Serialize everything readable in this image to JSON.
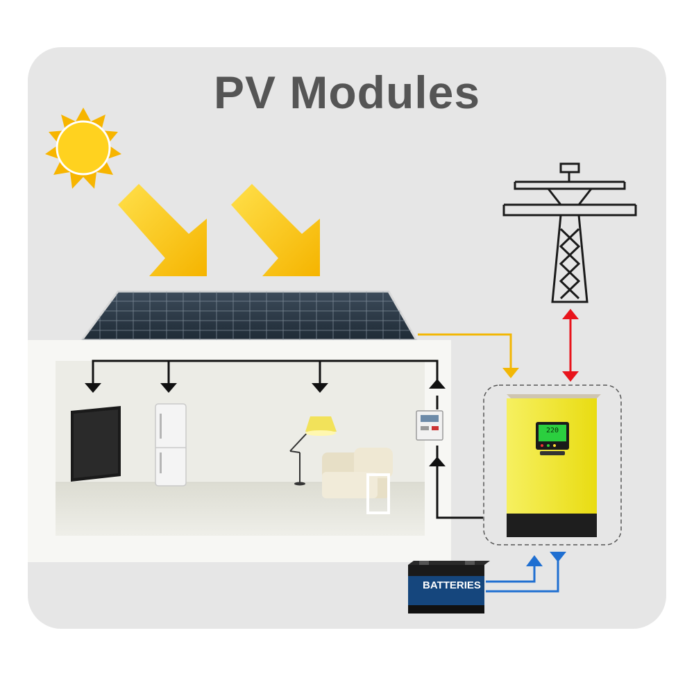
{
  "title": "PV Modules",
  "battery": {
    "label": "BATTERIES"
  },
  "inverter": {
    "display": "220"
  },
  "colors": {
    "pv_line": "#f2b705",
    "grid_line": "#e8141c",
    "battery_line": "#1f6fd1",
    "load_line": "#111111",
    "inverter_body": "#f3ea2a",
    "background_card": "#e6e6e6",
    "title_text": "#555555"
  },
  "icons": [
    "sun-icon",
    "sunlight-arrow-icon",
    "solar-panel-icon",
    "power-pylon-icon",
    "tv-icon",
    "refrigerator-icon",
    "floor-lamp-icon",
    "sofa-icon",
    "energy-meter-icon",
    "inverter-icon",
    "battery-icon"
  ]
}
